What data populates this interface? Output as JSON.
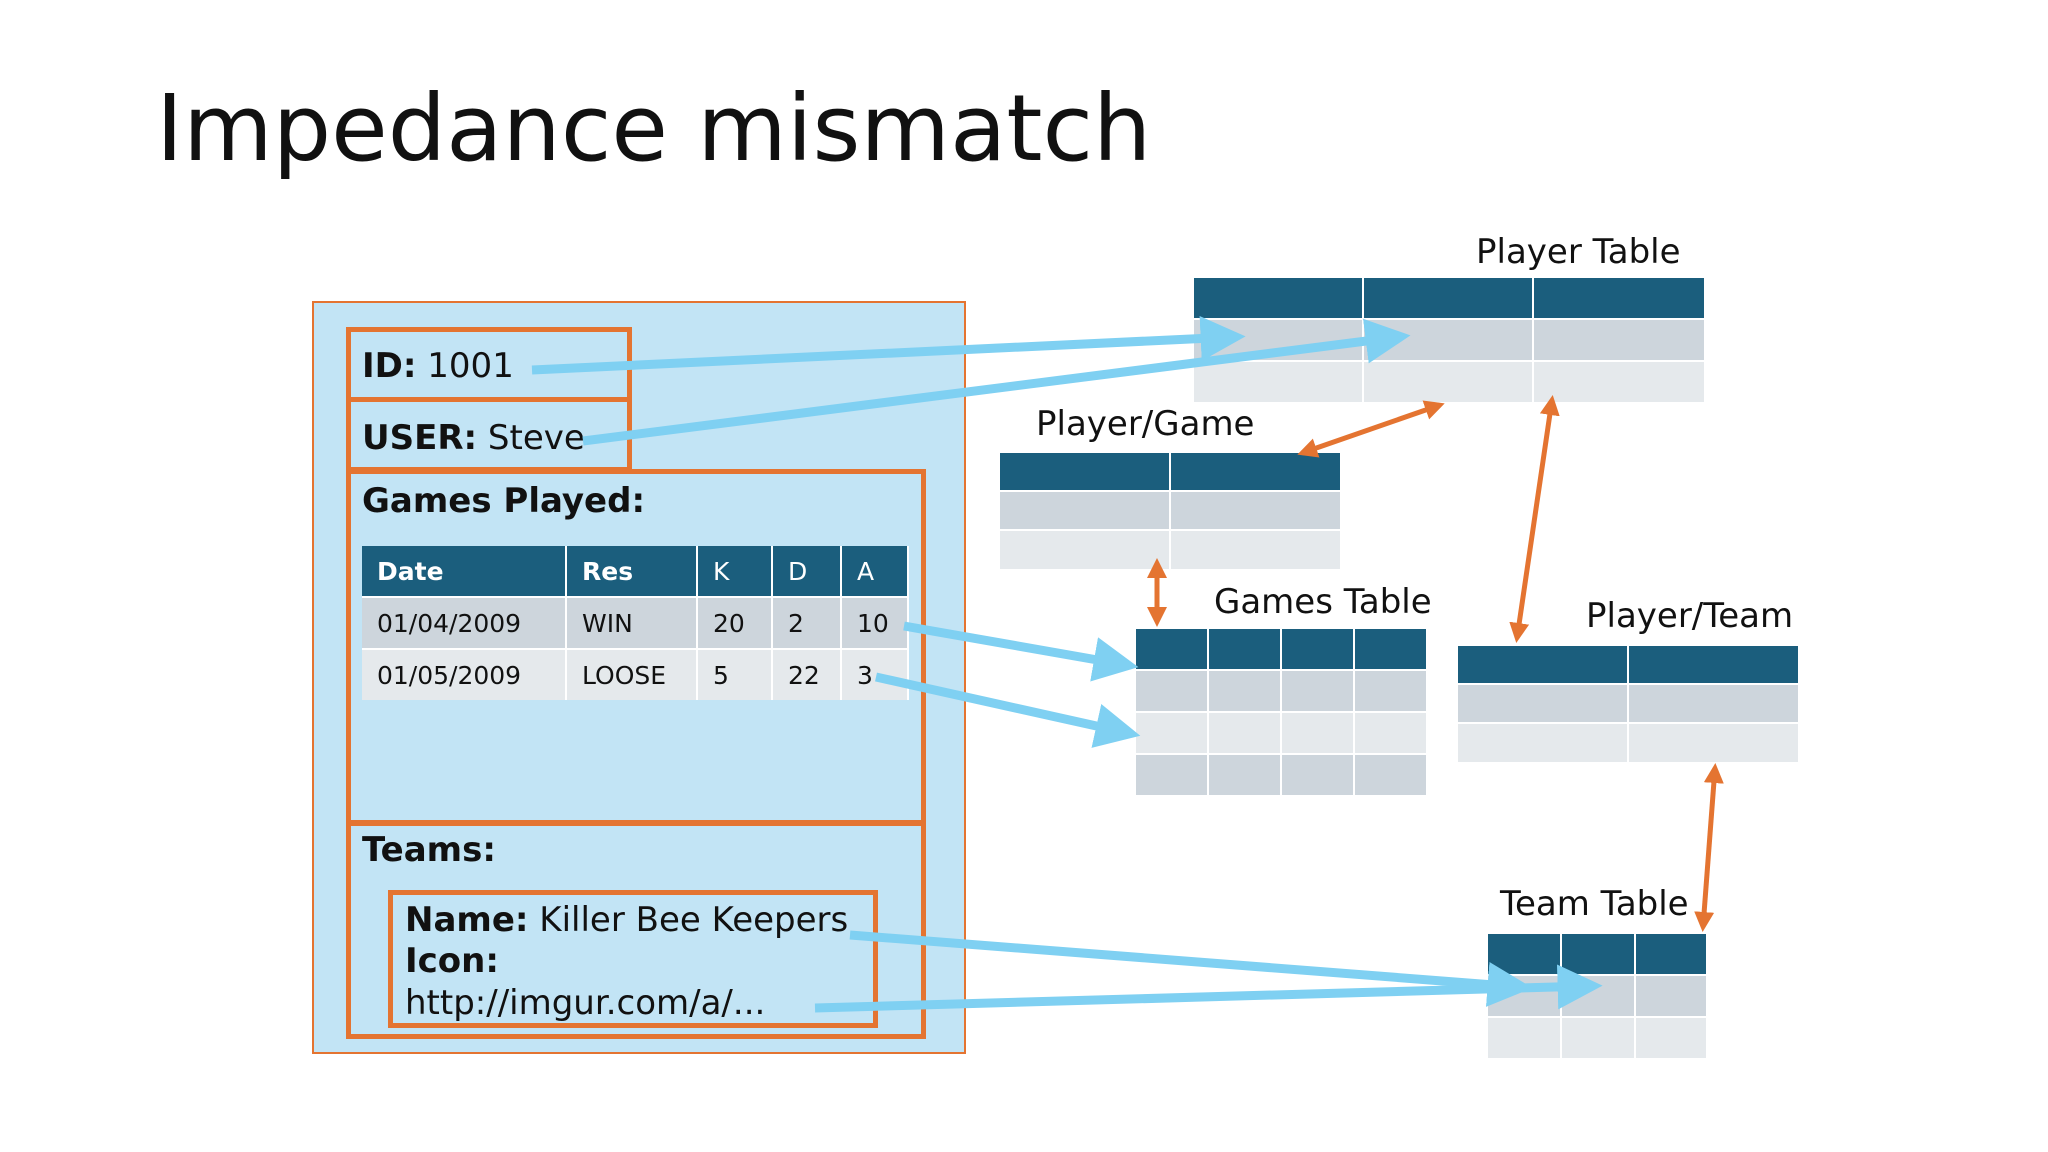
{
  "title": "Impedance mismatch",
  "document": {
    "id_label": "ID:",
    "id_value": "1001",
    "user_label": "USER:",
    "user_value": "Steve",
    "games_label": "Games Played:",
    "games_table": {
      "headers": [
        "Date",
        "Res",
        "K",
        "D",
        "A"
      ],
      "rows": [
        [
          "01/04/2009",
          "WIN",
          "20",
          "2",
          "10"
        ],
        [
          "01/05/2009",
          "LOOSE",
          "5",
          "22",
          "3"
        ]
      ]
    },
    "teams_label": "Teams:",
    "team": {
      "name_label": "Name:",
      "name_value": "Killer Bee Keepers",
      "icon_label": "Icon:",
      "icon_value": "http://imgur.com/a/..."
    }
  },
  "tables": {
    "player": "Player Table",
    "player_game": "Player/Game",
    "games": "Games Table",
    "player_team": "Player/Team",
    "team": "Team Table"
  },
  "colors": {
    "header_blue": "#1b5e7d",
    "panel_blue": "#c2e4f5",
    "orange": "#e47431",
    "arrow_blue": "#7fd0f2",
    "row_dark": "#cdd5dc",
    "row_light": "#e5e9ec"
  }
}
